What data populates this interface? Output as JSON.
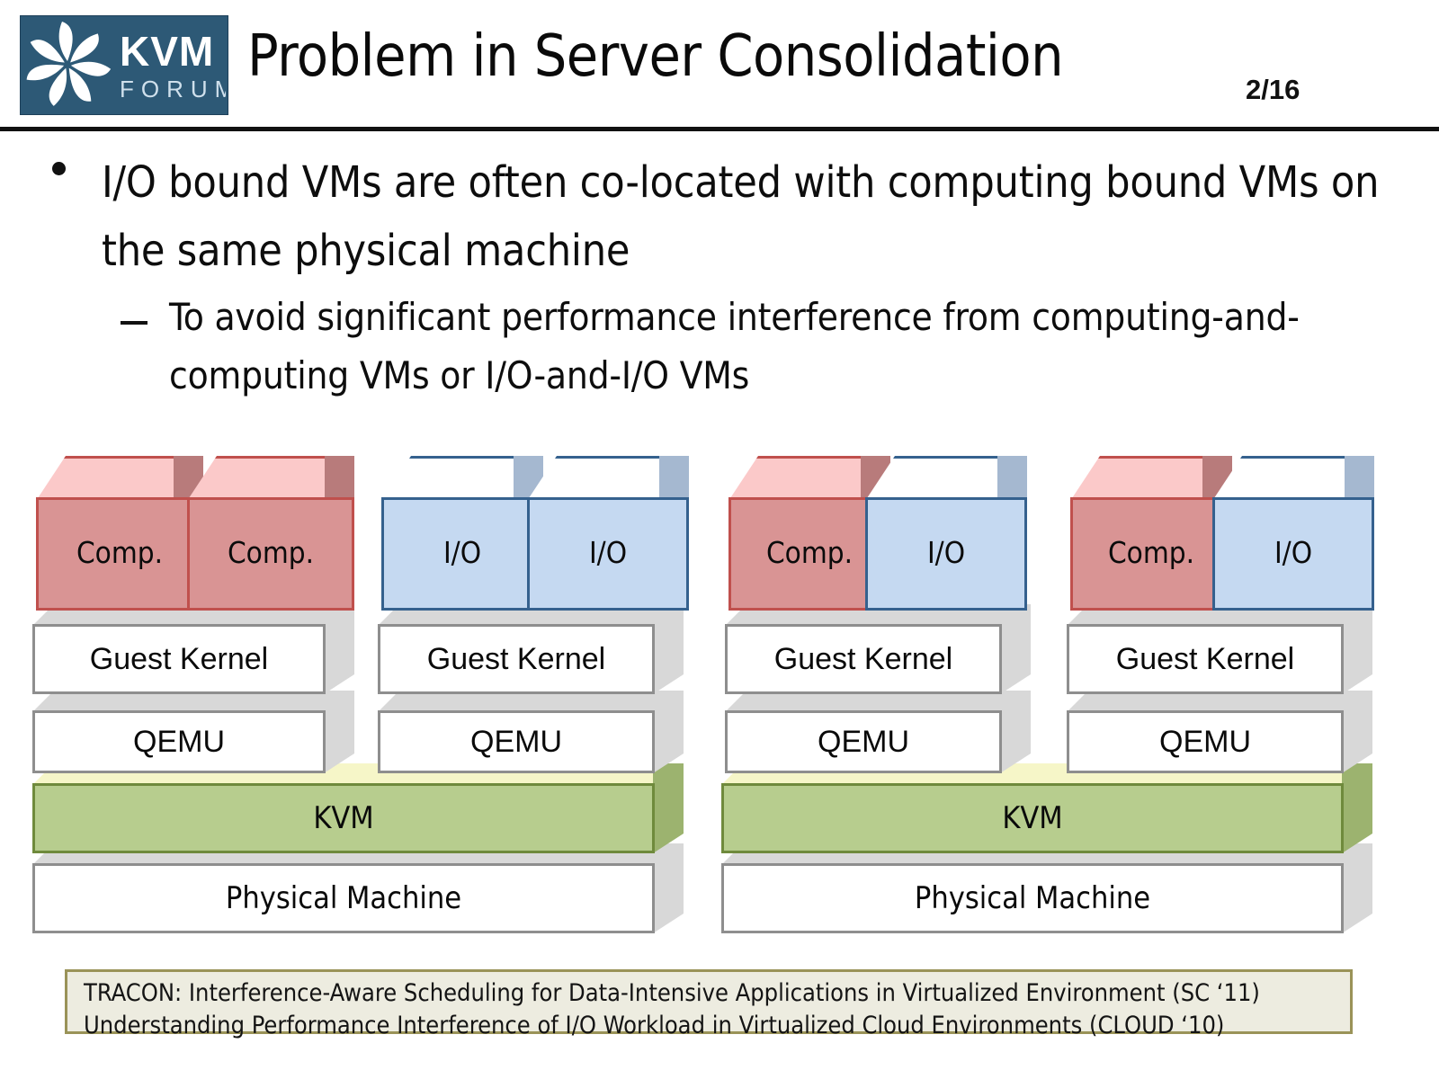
{
  "header": {
    "logo_text_main": "KVM",
    "logo_text_sub": "FORUM",
    "logo_icon": "kvm-pinwheel-logo",
    "title": "Problem in Server Consolidation",
    "page_number": "2/16"
  },
  "content": {
    "bullet_marker": "•",
    "bullet_text": "I/O bound VMs are often co-located with computing bound VMs on the same physical machine",
    "sub_bullet_marker": "–",
    "sub_bullet_text": "To avoid significant performance interference from computing-and-computing VMs or I/O-and-I/O VMs"
  },
  "diagram": {
    "machines": [
      {
        "name": "machine-1",
        "vms": [
          {
            "vm_type": "Comp.",
            "color": "red"
          },
          {
            "vm_type": "Comp.",
            "color": "red"
          }
        ],
        "guest_kernel_label": "Guest Kernel",
        "qemu_label": "QEMU",
        "kvm_label": "KVM",
        "physical_label": "Physical Machine"
      },
      {
        "name": "machine-2",
        "vms": [
          {
            "vm_type": "I/O",
            "color": "blue"
          },
          {
            "vm_type": "I/O",
            "color": "blue"
          }
        ],
        "guest_kernel_label": "Guest Kernel",
        "qemu_label": "QEMU"
      },
      {
        "name": "machine-3",
        "vms": [
          {
            "vm_type": "Comp.",
            "color": "red"
          },
          {
            "vm_type": "I/O",
            "color": "blue"
          }
        ],
        "guest_kernel_label": "Guest Kernel",
        "qemu_label": "QEMU",
        "kvm_label": "KVM",
        "physical_label": "Physical Machine"
      },
      {
        "name": "machine-4",
        "vms": [
          {
            "vm_type": "Comp.",
            "color": "red"
          },
          {
            "vm_type": "I/O",
            "color": "blue"
          }
        ],
        "guest_kernel_label": "Guest Kernel",
        "qemu_label": "QEMU"
      }
    ]
  },
  "footnote": {
    "line1": "TRACON: Interference-Aware Scheduling for Data-Intensive Applications in Virtualized Environment (SC ‘11)",
    "line2": "Understanding Performance Interference of I/O Workload in Virtualized Cloud Environments (CLOUD ‘10)"
  },
  "colors": {
    "logo_bg": "#2d5976",
    "red_cube_front": "#d99494",
    "red_cube_top": "#fbc9c9",
    "red_cube_side": "#b87b7b",
    "red_cube_border": "#c0504d",
    "blue_cube_front": "#c5d9f1",
    "blue_cube_top": "#ffffff",
    "blue_cube_side": "#a5b8d0",
    "blue_cube_border": "#35618e",
    "slab_border": "#8e8e8e",
    "slab_face": "#ffffff",
    "slab_shade": "#d8d8d8",
    "kvm_front": "#b7cd8e",
    "kvm_top": "#f6f6c8",
    "kvm_side": "#9cb36f",
    "kvm_border": "#6f8a3c",
    "footnote_bg": "#edece0",
    "footnote_border": "#9a9358"
  }
}
